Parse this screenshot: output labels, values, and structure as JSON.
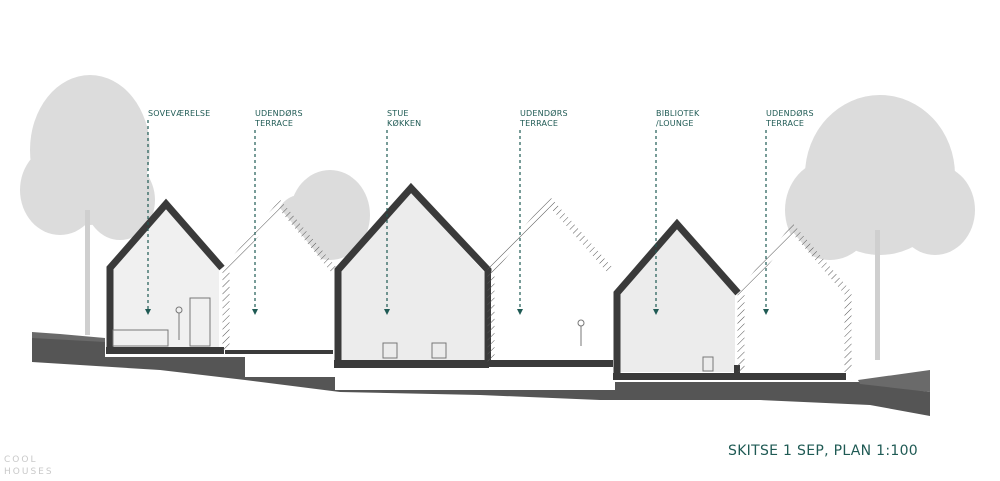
{
  "labels": [
    {
      "line1": "SOVEVÆRELSE",
      "line2": ""
    },
    {
      "line1": "UDENDØRS",
      "line2": "TERRACE"
    },
    {
      "line1": "STUE",
      "line2": "KØKKEN"
    },
    {
      "line1": "UDENDØRS",
      "line2": "TERRACE"
    },
    {
      "line1": "BIBLIOTEK",
      "line2": "/LOUNGE"
    },
    {
      "line1": "UDENDØRS",
      "line2": "TERRACE"
    }
  ],
  "caption": "SKITSE 1 SEP, PLAN 1:100",
  "watermark": {
    "line1": "COOL",
    "line2": "HOUSES"
  },
  "colors": {
    "accent": "#1f5a54",
    "wall": "#3a3a3a",
    "ground": "#4f4f4f",
    "tree": "#d8d8d8",
    "interior": "#ececec"
  }
}
